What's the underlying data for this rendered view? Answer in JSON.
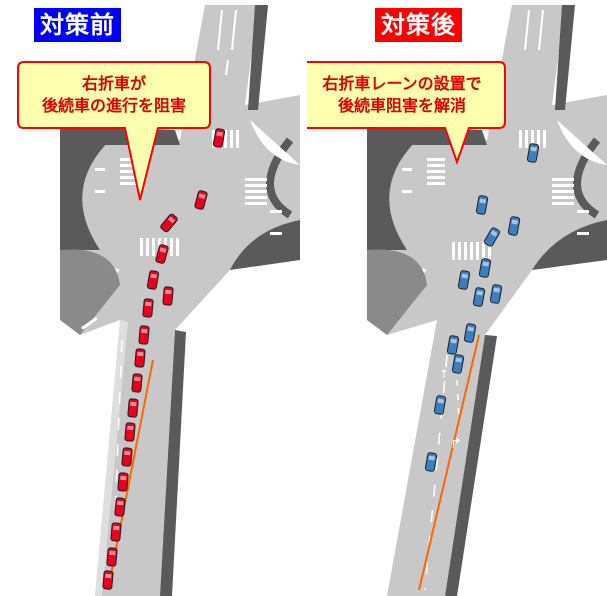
{
  "before": {
    "label": "対策前",
    "label_bg": "#0000ff",
    "callout_lines": [
      "右折車が",
      "後続車の進行を阻害"
    ]
  },
  "after": {
    "label": "対策後",
    "label_bg": "#ff0000",
    "callout_lines": [
      "右折車レーンの設置で",
      "後続車阻害を解消"
    ]
  },
  "colors": {
    "road": "#c8c8c8",
    "road_edge": "#5a5a5a",
    "car_before": "#e8001c",
    "car_after": "#3c7fc0",
    "callout_fill": "#ffffb0",
    "callout_border": "#ff0000",
    "lane_line": "#ff6600"
  }
}
